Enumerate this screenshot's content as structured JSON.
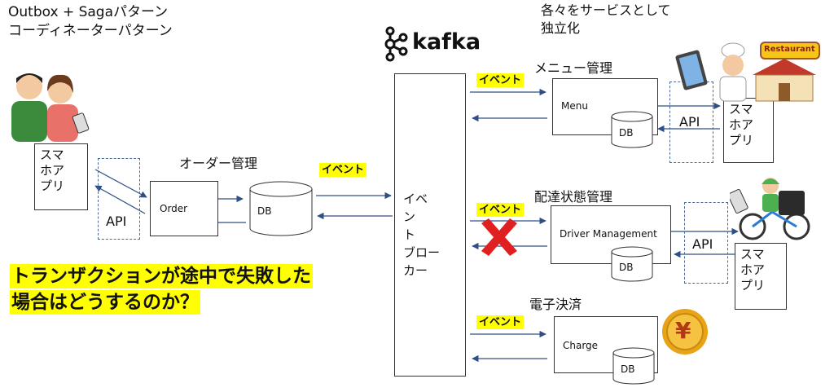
{
  "title_lines": [
    "Outbox + Sagaパターン",
    "コーディネーターパターン"
  ],
  "top_note_lines": [
    "各々をサービスとして",
    "独立化"
  ],
  "kafka_label": "kafka",
  "broker_label_lines": [
    "イベ",
    "ン",
    "ト",
    "ブロー",
    "カー"
  ],
  "order_section": {
    "heading": "オーダー管理",
    "service": "Order",
    "db": "DB",
    "api": "API",
    "app_lines": [
      "スマ",
      "ホア",
      "プリ"
    ]
  },
  "menu_section": {
    "heading": "メニュー管理",
    "service": "Menu",
    "db": "DB",
    "api": "API",
    "app_lines": [
      "スマ",
      "ホア",
      "プリ"
    ]
  },
  "delivery_section": {
    "heading": "配達状態管理",
    "service": "Driver Management",
    "db": "DB",
    "api": "API",
    "app_lines": [
      "スマ",
      "ホア",
      "プリ"
    ]
  },
  "payment_section": {
    "heading": "電子決済",
    "service": "Charge",
    "db": "DB"
  },
  "event_label": "イベント",
  "question_lines": [
    "トランザクションが途中で失敗した",
    "場合はどうするのか？"
  ],
  "restaurant_sign": "Restaurant",
  "yen_symbol": "¥",
  "colors": {
    "arrow": "#2d4f86",
    "highlight": "#ffff00",
    "cross": "#e02020",
    "coin": "#e8a317"
  }
}
